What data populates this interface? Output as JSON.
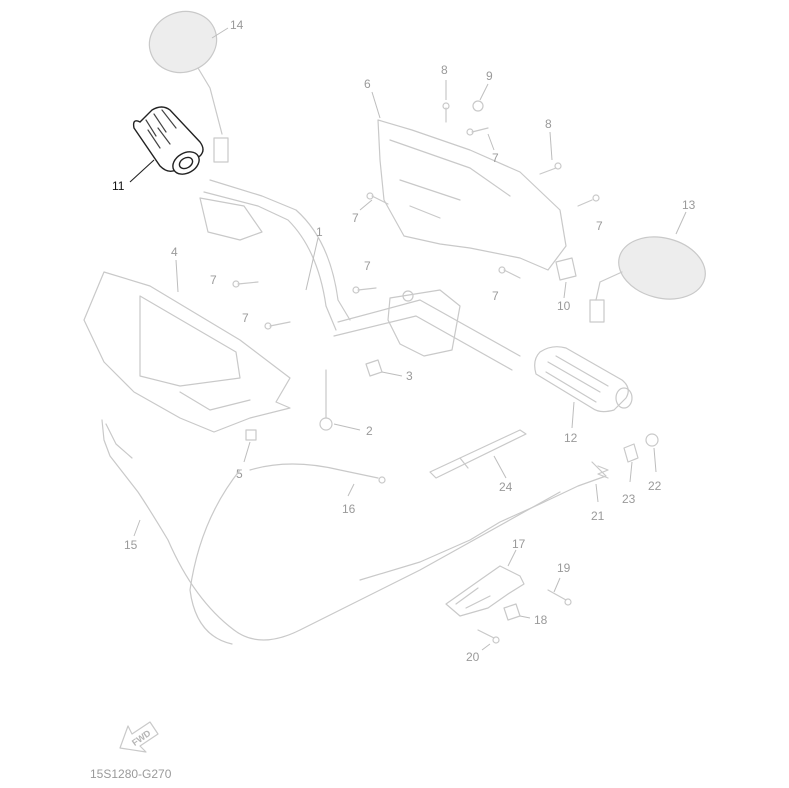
{
  "diagram": {
    "callouts": [
      {
        "id": "p14",
        "label": "14"
      },
      {
        "id": "p11",
        "label": "11"
      },
      {
        "id": "p6",
        "label": "6"
      },
      {
        "id": "p8a",
        "label": "8"
      },
      {
        "id": "p9",
        "label": "9"
      },
      {
        "id": "p8b",
        "label": "8"
      },
      {
        "id": "p7a",
        "label": "7"
      },
      {
        "id": "p7b",
        "label": "7"
      },
      {
        "id": "p7c",
        "label": "7"
      },
      {
        "id": "p7d",
        "label": "7"
      },
      {
        "id": "p7e",
        "label": "7"
      },
      {
        "id": "p7f",
        "label": "7"
      },
      {
        "id": "p7g",
        "label": "7"
      },
      {
        "id": "p1",
        "label": "1"
      },
      {
        "id": "p4",
        "label": "4"
      },
      {
        "id": "p13",
        "label": "13"
      },
      {
        "id": "p10",
        "label": "10"
      },
      {
        "id": "p3",
        "label": "3"
      },
      {
        "id": "p2",
        "label": "2"
      },
      {
        "id": "p12",
        "label": "12"
      },
      {
        "id": "p5",
        "label": "5"
      },
      {
        "id": "p16",
        "label": "16"
      },
      {
        "id": "p24",
        "label": "24"
      },
      {
        "id": "p23",
        "label": "23"
      },
      {
        "id": "p22",
        "label": "22"
      },
      {
        "id": "p21",
        "label": "21"
      },
      {
        "id": "p15",
        "label": "15"
      },
      {
        "id": "p17",
        "label": "17"
      },
      {
        "id": "p19",
        "label": "19"
      },
      {
        "id": "p18",
        "label": "18"
      },
      {
        "id": "p20",
        "label": "20"
      }
    ],
    "highlighted_part": "11",
    "fwd_label": "FWD",
    "diagram_code": "15S1280-G270"
  }
}
